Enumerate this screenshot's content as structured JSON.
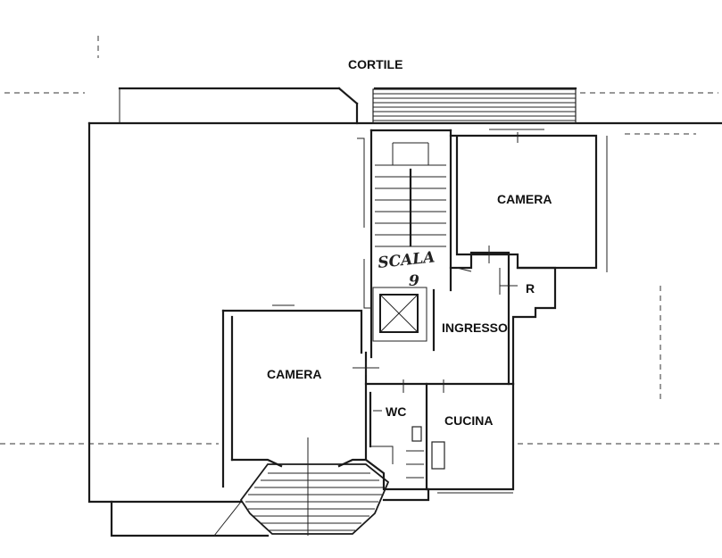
{
  "labels": {
    "courtyard": "CORTILE",
    "bedroom_top": "CAMERA",
    "bedroom_left": "CAMERA",
    "entrance": "INGRESSO",
    "kitchen": "CUCINA",
    "wc": "WC",
    "closet": "R"
  },
  "stair_note": {
    "line1": "SCALA",
    "line2": "9"
  }
}
